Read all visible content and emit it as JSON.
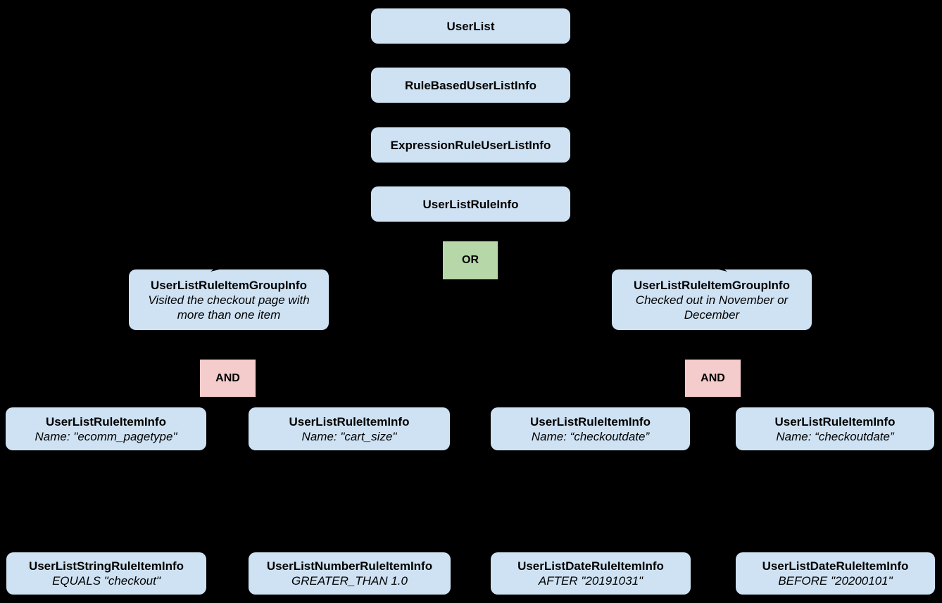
{
  "colors": {
    "background": "#000000",
    "class_box_fill": "#cfe2f3",
    "or_box_fill": "#b6d7a8",
    "and_box_fill": "#f4cccc",
    "text": "#000000"
  },
  "nodes": {
    "user_list": {
      "label": "UserList"
    },
    "rule_based_user_list_info": {
      "label": "RuleBasedUserListInfo"
    },
    "expression_rule_user_list_info": {
      "label": "ExpressionRuleUserListInfo"
    },
    "user_list_rule_info": {
      "label": "UserListRuleInfo"
    },
    "or_operator": {
      "label": "OR"
    },
    "group_left": {
      "label": "UserListRuleItemGroupInfo",
      "description": "Visited the checkout page with more than one item"
    },
    "group_right": {
      "label": "UserListRuleItemGroupInfo",
      "description": "Checked out in November or December"
    },
    "and_left": {
      "label": "AND"
    },
    "and_right": {
      "label": "AND"
    },
    "rule_item_1": {
      "label": "UserListRuleItemInfo",
      "description": "Name: \"ecomm_pagetype\""
    },
    "rule_item_2": {
      "label": "UserListRuleItemInfo",
      "description": "Name: \"cart_size\""
    },
    "rule_item_3": {
      "label": "UserListRuleItemInfo",
      "description": "Name: “checkoutdate”"
    },
    "rule_item_4": {
      "label": "UserListRuleItemInfo",
      "description": "Name: “checkoutdate”"
    },
    "operand_1": {
      "label": "UserListStringRuleItemInfo",
      "description": "EQUALS \"checkout\""
    },
    "operand_2": {
      "label": "UserListNumberRuleItemInfo",
      "description": "GREATER_THAN 1.0"
    },
    "operand_3": {
      "label": "UserListDateRuleItemInfo",
      "description": "AFTER \"20191031\""
    },
    "operand_4": {
      "label": "UserListDateRuleItemInfo",
      "description": "BEFORE \"20200101\""
    }
  }
}
